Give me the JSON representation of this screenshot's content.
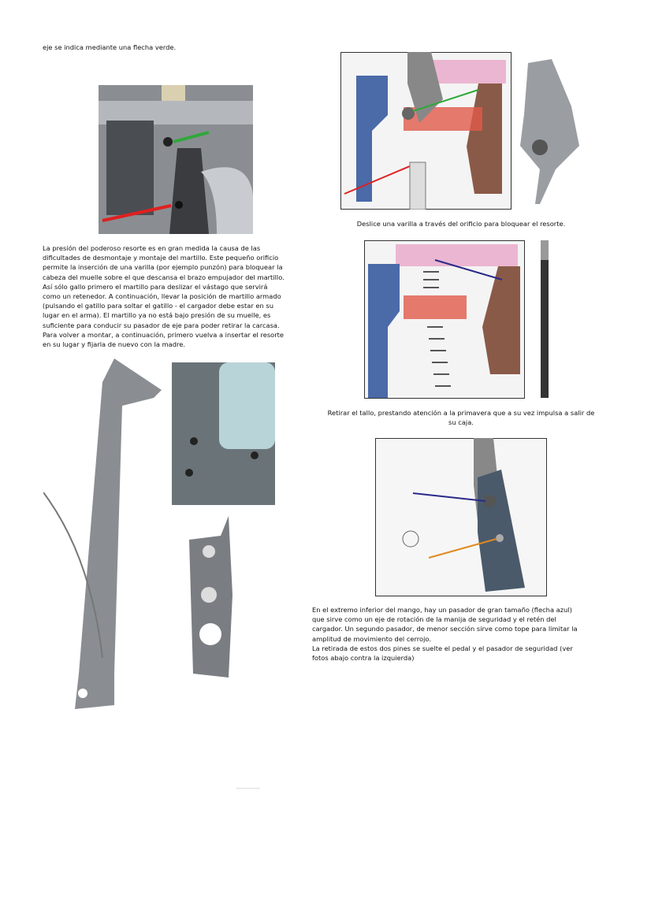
{
  "intro_line": "eje se indica mediante una flecha verde.",
  "left_paragraph": [
    "La presión del poderoso resorte es en gran medida la causa de las",
    "dificultades de desmontaje y montaje del martillo. Este pequeño orificio",
    "permite la inserción de una varilla (por ejemplo punzón) para bloquear la",
    "cabeza del muelle sobre el que descansa el brazo empujador del martillo.",
    "Así sólo gallo primero el martillo para deslizar el vástago que servirá",
    "como un retenedor. A continuación, llevar la posición de martillo armado",
    "(pulsando el gatillo para soltar el gatillo - el cargador debe estar en su",
    "lugar en el arma). El martillo ya no está bajo presión de su muelle, es",
    "suficiente para conducir su pasador de eje para poder retirar la carcasa.",
    "Para volver a montar, a continuación, primero vuelva a insertar el resorte",
    "en su lugar y fijarla de nuevo con la madre."
  ],
  "caption1": "Deslice una varilla a través del orificio para bloquear el resorte.",
  "caption2": [
    "Retirar el tallo, prestando atención a la primavera que a su vez impulsa a salir de",
    "su caja."
  ],
  "right_paragraph": [
    "En el extremo inferior del mango, hay un pasador de gran tamaño (flecha azul)",
    "que sirve como un eje de rotación de la manija de seguridad y el retén del",
    "cargador. Un segundo pasador, de menor sección sirve como tope para limitar la",
    "amplitud de movimiento del cerrojo.",
    "La retirada de estos dos pines se suelte el pedal y el pasador de seguridad (ver",
    "fotos abajo contra la izquierda)"
  ],
  "colors": {
    "green_arrow": "#2fa83a",
    "red_arrow": "#e02020",
    "blue_arrow": "#2a2a8a",
    "orange_arrow": "#e08a20",
    "pink": "#e8a6c8",
    "brown": "#8a5a48",
    "blue_part": "#4a6aa8"
  }
}
